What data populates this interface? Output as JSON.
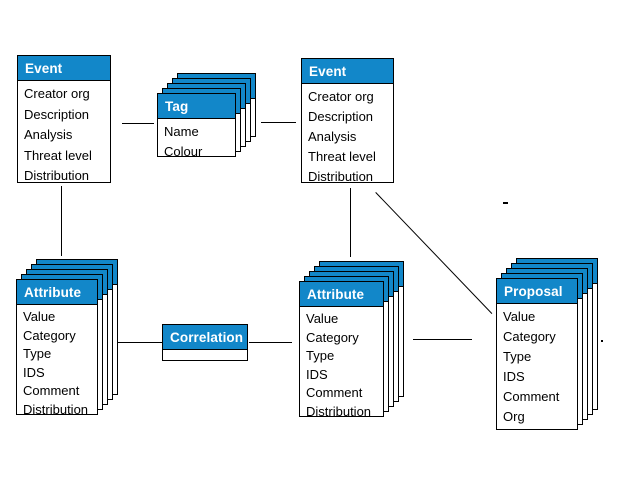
{
  "colors": {
    "header_bg": "#1287c9",
    "header_text": "#ffffff",
    "box_border": "#000000",
    "body_text": "#000000",
    "background": "#ffffff"
  },
  "entities": {
    "event_left": {
      "title": "Event",
      "fields": [
        "Creator org",
        "Description",
        "Analysis",
        "Threat level",
        "Distribution"
      ],
      "stacked": false
    },
    "tag": {
      "title": "Tag",
      "fields": [
        "Name",
        "Colour"
      ],
      "stacked": true
    },
    "event_right": {
      "title": "Event",
      "fields": [
        "Creator org",
        "Description",
        "Analysis",
        "Threat level",
        "Distribution"
      ],
      "stacked": false
    },
    "attribute_left": {
      "title": "Attribute",
      "fields": [
        "Value",
        "Category",
        "Type",
        "IDS",
        "Comment",
        "Distribution"
      ],
      "stacked": true
    },
    "correlation": {
      "title": "Correlation",
      "fields": [],
      "stacked": false
    },
    "attribute_middle": {
      "title": "Attribute",
      "fields": [
        "Value",
        "Category",
        "Type",
        "IDS",
        "Comment",
        "Distribution"
      ],
      "stacked": true
    },
    "proposal": {
      "title": "Proposal",
      "fields": [
        "Value",
        "Category",
        "Type",
        "IDS",
        "Comment",
        "Org"
      ],
      "stacked": true
    }
  },
  "connections": [
    {
      "from": "event_left",
      "to": "tag",
      "style": "horizontal"
    },
    {
      "from": "tag",
      "to": "event_right",
      "style": "horizontal"
    },
    {
      "from": "event_left",
      "to": "attribute_left",
      "style": "vertical"
    },
    {
      "from": "event_right",
      "to": "attribute_middle",
      "style": "vertical"
    },
    {
      "from": "event_right",
      "to": "proposal",
      "style": "diagonal"
    },
    {
      "from": "attribute_left",
      "to": "correlation",
      "style": "horizontal"
    },
    {
      "from": "correlation",
      "to": "attribute_middle",
      "style": "horizontal"
    },
    {
      "from": "attribute_middle",
      "to": "proposal",
      "style": "horizontal"
    }
  ]
}
